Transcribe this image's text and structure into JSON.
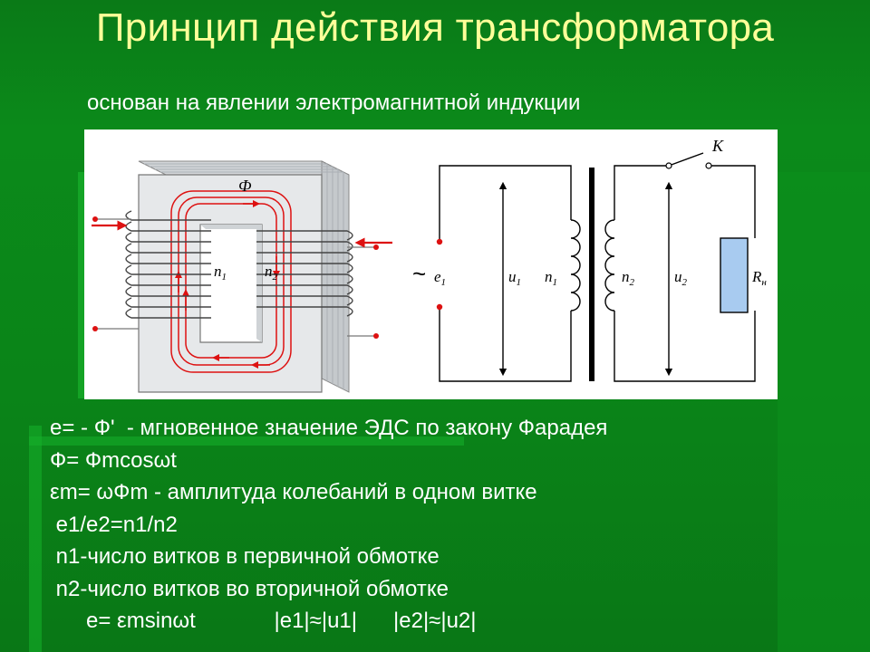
{
  "slide": {
    "title": "Принцип действия трансформатора",
    "subtitle": "основан на явлении электромагнитной индукции"
  },
  "diagram": {
    "core_labels": {
      "flux": "Ф",
      "n1": "n",
      "n1_sub": "1",
      "n2": "n",
      "n2_sub": "2"
    },
    "circuit_labels": {
      "source": "~",
      "e1": "e",
      "e1_sub": "1",
      "u1": "u",
      "u1_sub": "1",
      "n1": "n",
      "n1_sub": "1",
      "n2": "n",
      "n2_sub": "2",
      "u2": "u",
      "u2_sub": "2",
      "switch": "K",
      "load": "R",
      "load_sub": "н"
    },
    "colors": {
      "core": "#9aa0a6",
      "winding": "#dd1111",
      "arrow": "#dd1111",
      "load": "#a8cbf0",
      "wire": "#000000"
    }
  },
  "formulas": [
    "e= - Ф'  - мгновенное значение ЭДС по закону Фарадея",
    "Ф= Фmcosωt",
    "εm= ωФm - амплитуда колебаний в одном витке",
    " e1/e2=n1/n2",
    " n1-число витков в первичной обмотке",
    " n2-число витков во вторичной обмотке",
    "      e= εmsinωt             |e1|≈|u1|      |e2|≈|u2|"
  ]
}
